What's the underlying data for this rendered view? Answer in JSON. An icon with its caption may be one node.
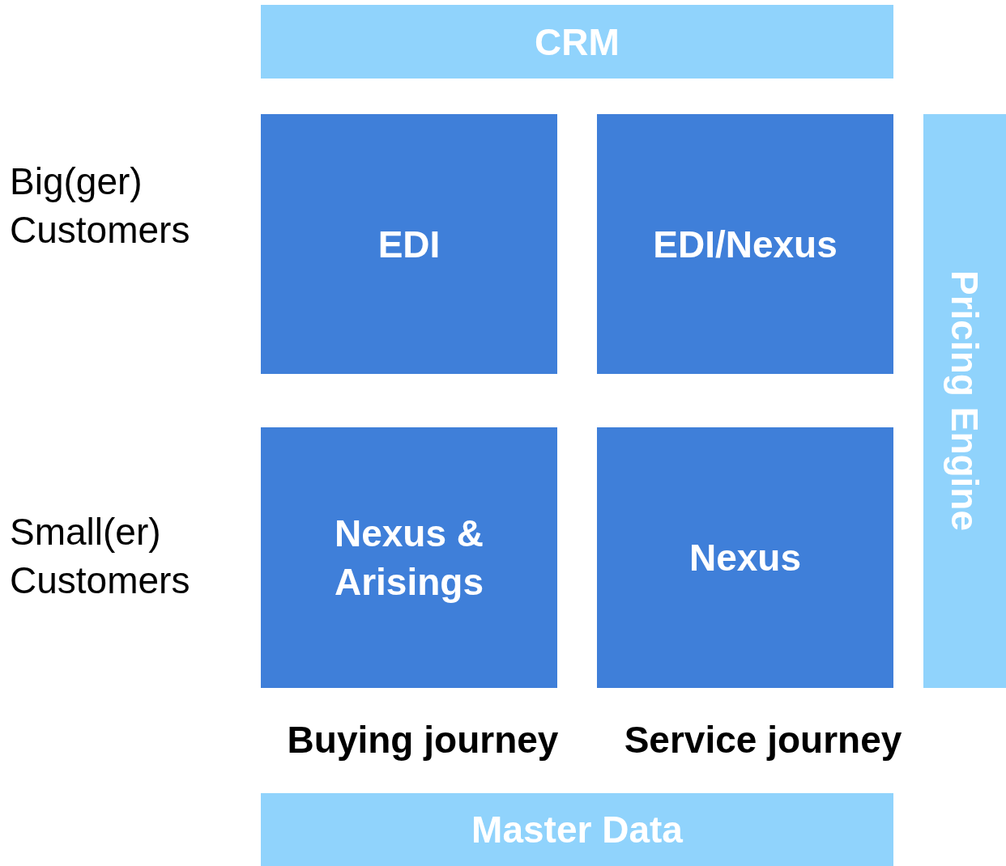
{
  "diagram": {
    "nodes": [
      {
        "text": [
          "CRM"
        ]
      },
      {
        "text": [
          "EDI"
        ]
      },
      {
        "text": [
          "EDI/Nexus"
        ]
      },
      {
        "text": [
          "Nexus & Arisings"
        ]
      },
      {
        "text": [
          "Nexus"
        ]
      },
      {
        "text": [
          "Pricing Engine"
        ]
      },
      {
        "text": [
          "Master Data"
        ]
      }
    ],
    "labels": [
      "Big(ger) Customers",
      "Small(er) Customers",
      "Buying journey",
      "Service journey"
    ]
  }
}
